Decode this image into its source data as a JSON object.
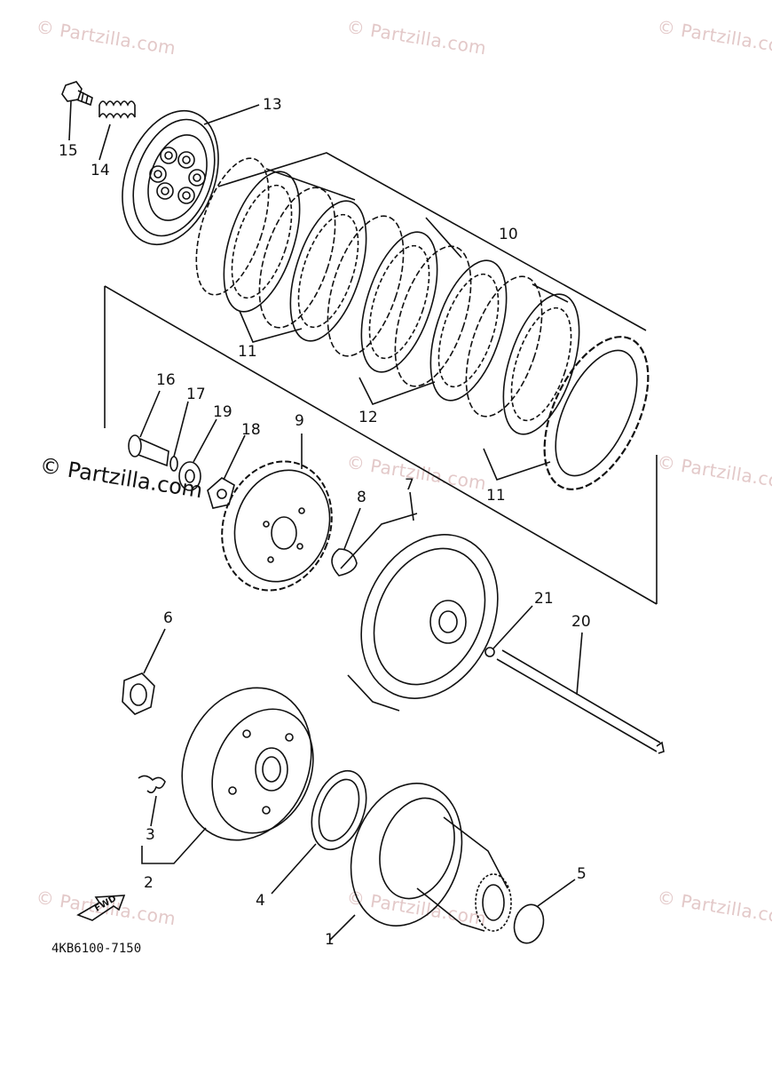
{
  "diagram": {
    "code": "4KB6100-7150",
    "copyright": "© Partzilla.com",
    "watermark_text": "© Partzilla.com",
    "fwd_label": "FWD",
    "labels": {
      "p1": "1",
      "p2": "2",
      "p3": "3",
      "p4": "4",
      "p5": "5",
      "p6": "6",
      "p7": "7",
      "p8": "8",
      "p9": "9",
      "p10": "10",
      "p11a": "11",
      "p11b": "11",
      "p12": "12",
      "p13": "13",
      "p14": "14",
      "p15": "15",
      "p16": "16",
      "p17": "17",
      "p18": "18",
      "p19": "19",
      "p20": "20",
      "p21": "21"
    },
    "colors": {
      "line": "#111111",
      "watermark": "#e3c9c9"
    }
  }
}
